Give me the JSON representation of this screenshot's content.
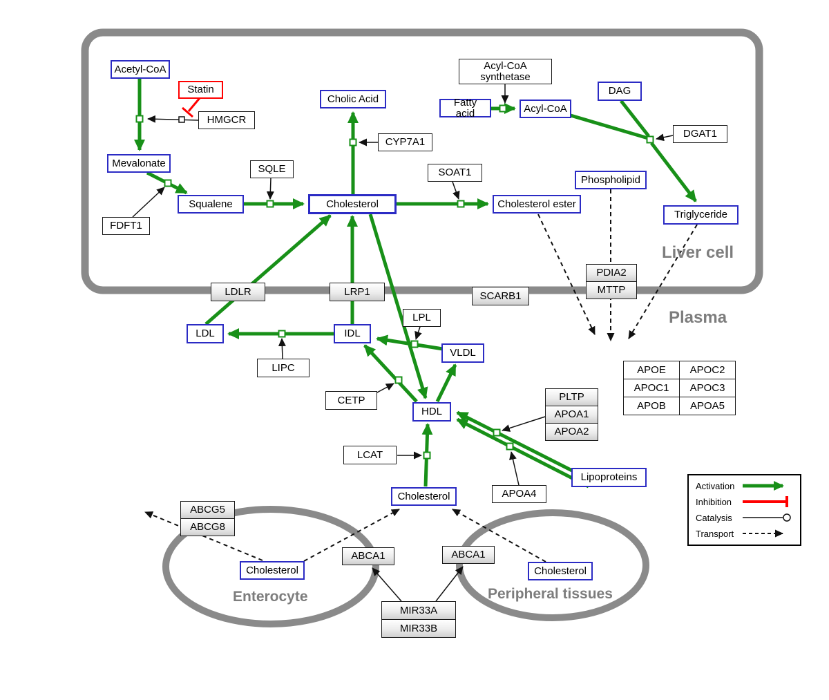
{
  "regions": {
    "liver": "Liver cell",
    "plasma": "Plasma",
    "enterocyte": "Enterocyte",
    "peripheral": "Peripheral tissues"
  },
  "nodes": {
    "acetyl_coa": "Acetyl-CoA",
    "statin": "Statin",
    "hmgcr": "HMGCR",
    "mevalonate": "Mevalonate",
    "fdft1": "FDFT1",
    "squalene": "Squalene",
    "sqle": "SQLE",
    "cholic_acid": "Cholic Acid",
    "cyp7a1": "CYP7A1",
    "cholesterol_liver": "Cholesterol",
    "soat1": "SOAT1",
    "cholesterol_ester": "Cholesterol ester",
    "acyl_coa_synthetase": "Acyl-CoA synthetase",
    "fatty_acid": "Fatty acid",
    "acyl_coa": "Acyl-CoA",
    "dag": "DAG",
    "dgat1": "DGAT1",
    "phospholipid": "Phospholipid",
    "triglyceride": "Triglyceride",
    "ldlr": "LDLR",
    "lrp1": "LRP1",
    "scarb1": "SCARB1",
    "pdia2": "PDIA2",
    "mttp": "MTTP",
    "ldl": "LDL",
    "idl": "IDL",
    "lipc": "LIPC",
    "lpl": "LPL",
    "vldl": "VLDL",
    "cetp": "CETP",
    "hdl": "HDL",
    "lcat": "LCAT",
    "pltp": "PLTP",
    "apoa1": "APOA1",
    "apoa2": "APOA2",
    "apoa4": "APOA4",
    "lipoproteins": "Lipoproteins",
    "apoe": "APOE",
    "apoc2": "APOC2",
    "apoc1": "APOC1",
    "apoc3": "APOC3",
    "apob": "APOB",
    "apoa5": "APOA5",
    "cholesterol_plasma": "Cholesterol",
    "abcg5": "ABCG5",
    "abcg8": "ABCG8",
    "cholesterol_enterocyte": "Cholesterol",
    "abca1_enterocyte": "ABCA1",
    "abca1_peripheral": "ABCA1",
    "cholesterol_peripheral": "Cholesterol",
    "mir33a": "MIR33A",
    "mir33b": "MIR33B"
  },
  "legend": {
    "activation": "Activation",
    "inhibition": "Inhibition",
    "catalysis": "Catalysis",
    "transport": "Transport"
  },
  "colors": {
    "activation_green": "#189018",
    "inhibition_red": "#ff0000",
    "metabolite_blue": "#2b2bc4",
    "membrane_gray": "#8a8a8a"
  }
}
